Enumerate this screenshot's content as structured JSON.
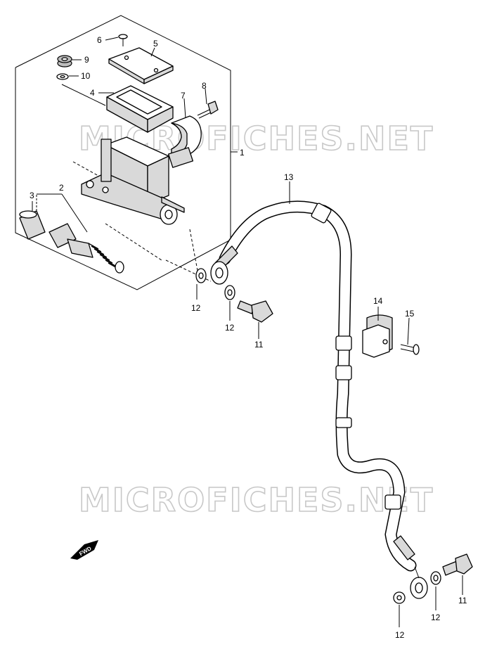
{
  "watermark": "MICROFICHES.NET",
  "fwd_label": "FWD",
  "callouts": [
    {
      "id": "c6",
      "text": "6"
    },
    {
      "id": "c5",
      "text": "5"
    },
    {
      "id": "c9",
      "text": "9"
    },
    {
      "id": "c10",
      "text": "10"
    },
    {
      "id": "c4",
      "text": "4"
    },
    {
      "id": "c7",
      "text": "7"
    },
    {
      "id": "c8",
      "text": "8"
    },
    {
      "id": "c1",
      "text": "1"
    },
    {
      "id": "c2",
      "text": "2"
    },
    {
      "id": "c3",
      "text": "3"
    },
    {
      "id": "c13",
      "text": "13"
    },
    {
      "id": "c12a",
      "text": "12"
    },
    {
      "id": "c12b",
      "text": "12"
    },
    {
      "id": "c11a",
      "text": "11"
    },
    {
      "id": "c14",
      "text": "14"
    },
    {
      "id": "c15",
      "text": "15"
    },
    {
      "id": "c12c",
      "text": "12"
    },
    {
      "id": "c12d",
      "text": "12"
    },
    {
      "id": "c11b",
      "text": "11"
    }
  ]
}
